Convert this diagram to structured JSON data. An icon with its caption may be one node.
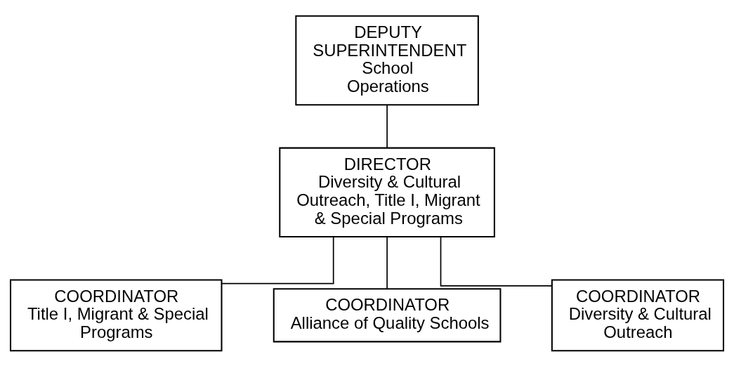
{
  "diagram": {
    "nodes": [
      {
        "text": [
          "DEPUTY SUPERINTENDENT",
          "School Operations"
        ]
      },
      {
        "text": [
          "DIRECTOR",
          "Diversity & Cultural Outreach, Title I, Migrant & Special Programs"
        ]
      },
      {
        "text": [
          "COORDINATOR",
          "Title I, Migrant & Special Programs"
        ]
      },
      {
        "text": [
          "COORDINATOR",
          "Alliance of Quality Schools"
        ]
      },
      {
        "text": [
          "COORDINATOR",
          "Diversity & Cultural Outreach"
        ]
      }
    ],
    "edges": [
      {
        "from": 0,
        "to": 1,
        "arrow": "none"
      },
      {
        "from": 1,
        "to": 2,
        "arrow": "none"
      },
      {
        "from": 1,
        "to": 3,
        "arrow": "none"
      },
      {
        "from": 1,
        "to": 4,
        "arrow": "none"
      }
    ]
  }
}
